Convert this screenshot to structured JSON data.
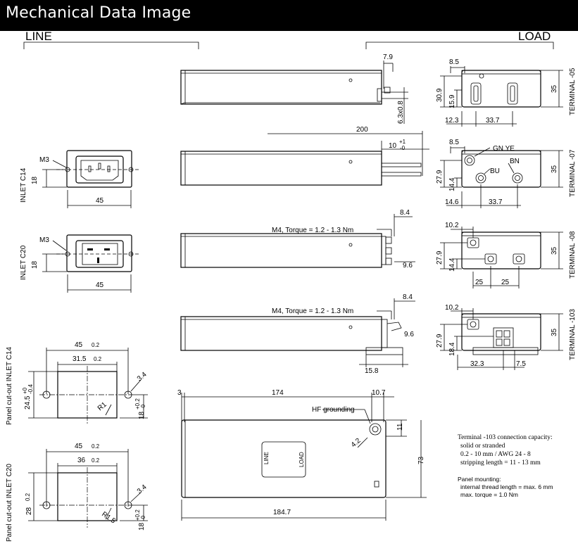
{
  "header": {
    "title": "Mechanical Data Image"
  },
  "sections": {
    "line": "LINE",
    "load": "LOAD"
  },
  "side_labels": {
    "inlet_c14": "INLET C14",
    "inlet_c20": "INLET C20",
    "cutout_c14": "Panel cut-out INLET C14",
    "cutout_c20": "Panel cut-out INLET C20",
    "terminal_05": "TERMINAL -05",
    "terminal_07": "TERMINAL -07",
    "terminal_08": "TERMINAL -08",
    "terminal_103": "TERMINAL -103"
  },
  "dimensions": {
    "c14_m3": "M3",
    "c14_h": "18",
    "c14_w": "45",
    "c20_m3": "M3",
    "c20_h": "18",
    "c20_w": "45",
    "s05_79": "7.9",
    "s05_63": "6.3x0.8",
    "s07_200": "200",
    "s07_10": "10",
    "s07_tol_p": "+1",
    "s07_tol_m": "-0",
    "s08_torque": "M4, Torque = 1.2 - 1.3 Nm",
    "s08_84": "8.4",
    "s08_96": "9.6",
    "s103_torque": "M4, Torque = 1.2 - 1.3 Nm",
    "s103_84": "8.4",
    "s103_96": "9.6",
    "s103_158": "15.8",
    "t05_85": "8.5",
    "t05_309": "30.9",
    "t05_159": "15.9",
    "t05_123": "12.3",
    "t05_337": "33.7",
    "t05_35": "35",
    "t07_85": "8.5",
    "t07_gnye": "GN YE",
    "t07_bn": "BN",
    "t07_bu": "BU",
    "t07_279": "27.9",
    "t07_144": "14.4",
    "t07_146": "14.6",
    "t07_337": "33.7",
    "t07_35": "35",
    "t08_102": "10.2",
    "t08_279": "27.9",
    "t08_144": "14.4",
    "t08_25a": "25",
    "t08_25b": "25",
    "t08_35": "35",
    "t103_102": "10.2",
    "t103_279": "27.9",
    "t103_184": "18.4",
    "t103_323": "32.3",
    "t103_75": "7.5",
    "t103_35": "35",
    "cut14_45": "45",
    "cut14_45t": "0.2",
    "cut14_315": "31.5",
    "cut14_315t": "0.2",
    "cut14_245": "24.5",
    "cut14_245tp": "+0",
    "cut14_245tm": "-0.4",
    "cut14_34": "3.4",
    "cut14_r1": "R1",
    "cut14_18": "18",
    "cut14_18tp": "+0.2",
    "cut14_18tm": "-0",
    "cut20_45": "45",
    "cut20_45t": "0.2",
    "cut20_36": "36",
    "cut20_36t": "0.2",
    "cut20_28": "28",
    "cut20_28t": "0.2",
    "cut20_34": "3.4",
    "cut20_r15": "R1.5",
    "cut20_18": "18",
    "cut20_18tp": "+0.2",
    "cut20_18tm": "-0",
    "top_3": "3",
    "top_174": "174",
    "top_107": "10.7",
    "top_hf": "HF grounding",
    "top_42": "4.2",
    "top_11": "11",
    "top_73": "73",
    "top_1847": "184.7",
    "top_line": "LINE",
    "top_load": "LOAD"
  },
  "notes": {
    "t103_1": "Terminal -103 connection capacity:",
    "t103_2": "solid or stranded",
    "t103_3": "0.2 - 10 mm  / AWG 24 - 8",
    "t103_4": "stripping length = 11 - 13 mm",
    "pm_1": "Panel mounting:",
    "pm_2": "internal thread length  = max. 6 mm",
    "pm_3": "max. torque = 1.0 Nm"
  }
}
